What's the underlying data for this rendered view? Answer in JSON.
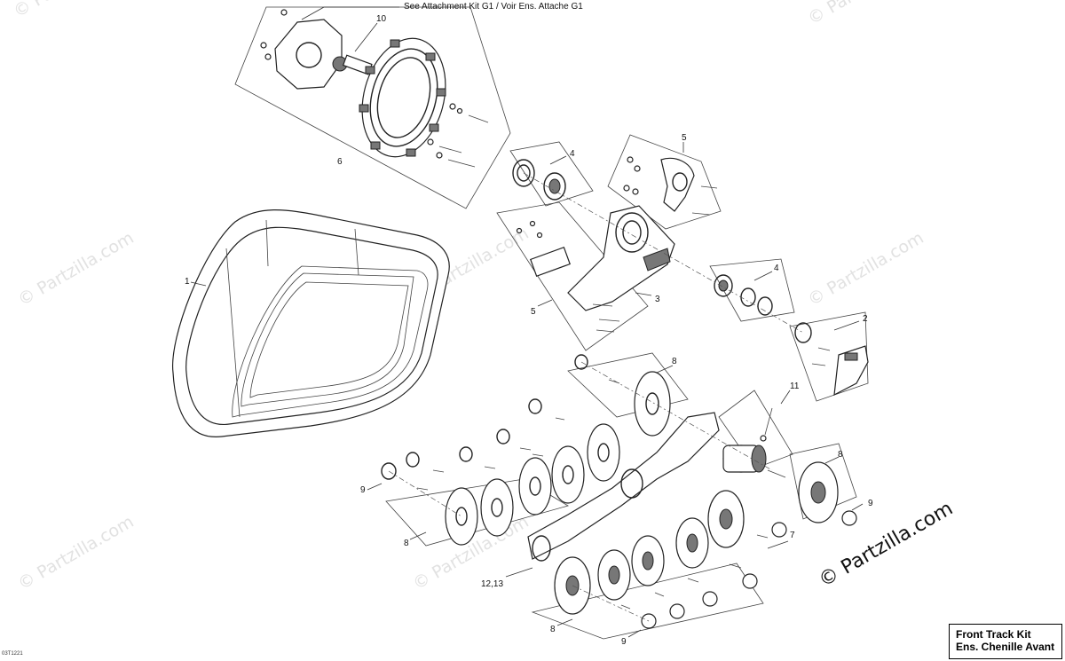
{
  "diagram": {
    "title_line1": "Front Track Kit",
    "title_line2": "Ens. Chenille Avant",
    "reference_note": "See Attachment Kit G1 / Voir Ens. Attache G1",
    "drawing_code": "03T1221",
    "watermark_text": "© Partzilla.com",
    "callouts": {
      "c1": "1",
      "c2": "2",
      "c3": "3",
      "c4a": "4",
      "c4b": "4",
      "c5a": "5",
      "c5b": "5",
      "c6": "6",
      "c7": "7",
      "c8a": "8",
      "c8b": "8",
      "c8c": "8",
      "c8d": "8",
      "c9a": "9",
      "c9b": "9",
      "c9c": "9",
      "c10": "10",
      "c11": "11",
      "c1213": "12,13"
    }
  }
}
